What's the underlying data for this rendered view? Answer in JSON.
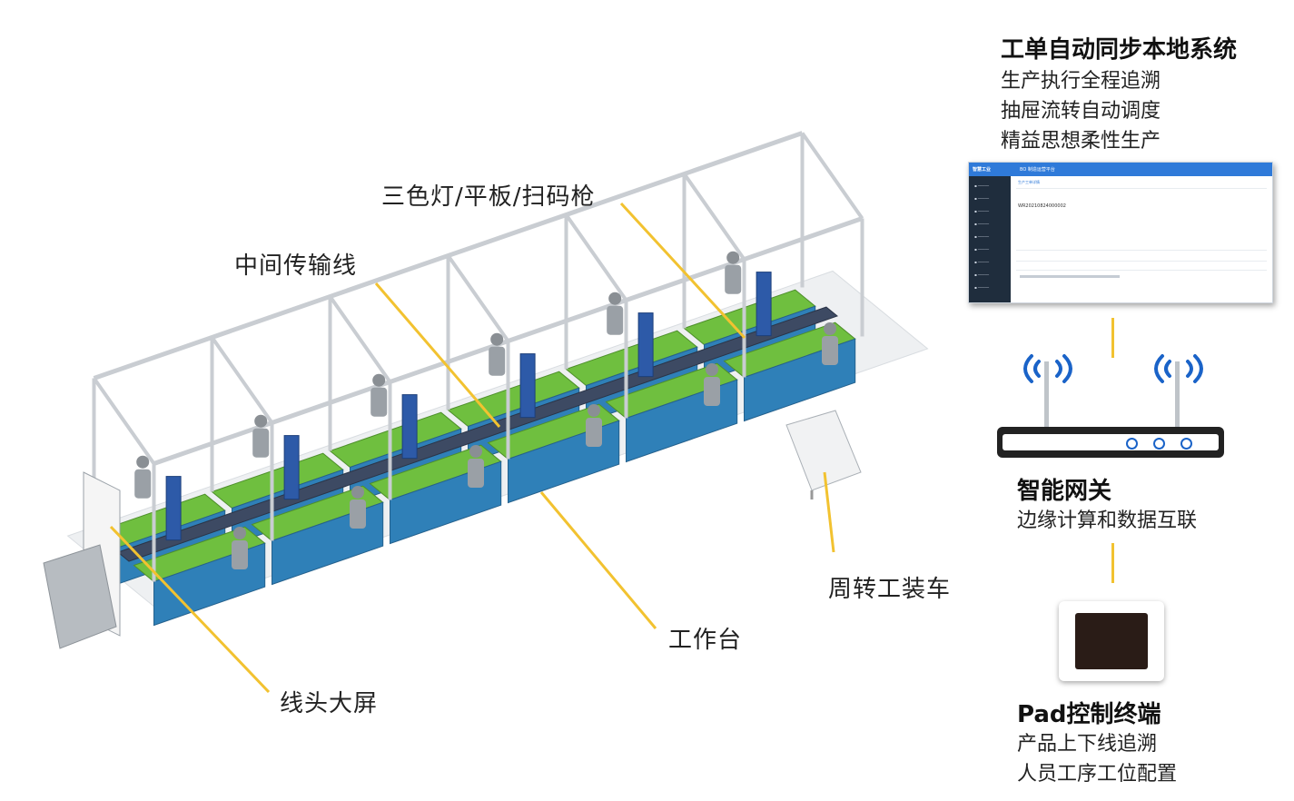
{
  "callouts": {
    "lights": "三色灯/平板/扫码枪",
    "conveyor": "中间传输线",
    "cart": "周转工装车",
    "workbench": "工作台",
    "screen": "线头大屏"
  },
  "system": {
    "title": "工单自动同步本地系统",
    "lines": [
      "生产执行全程追溯",
      "抽屉流转自动调度",
      "精益思想柔性生产"
    ]
  },
  "gateway": {
    "title": "智能网关",
    "line": "边缘计算和数据互联"
  },
  "pad": {
    "title": "Pad控制终端",
    "lines": [
      "产品上下线追溯",
      "人员工序工位配置"
    ]
  },
  "screenshot": {
    "logo": "智慧工业",
    "app_title": "BO 制造运营平台",
    "tab": "生产工单详情",
    "order_no": "WR20210824000002"
  },
  "colors": {
    "callout_line": "#f2c230",
    "frame": "#c9cdd2",
    "bench": "#6fbf3f",
    "drawer": "#2d5aa8",
    "cabinet": "#2f80b8",
    "wifi": "#1a63c8"
  }
}
